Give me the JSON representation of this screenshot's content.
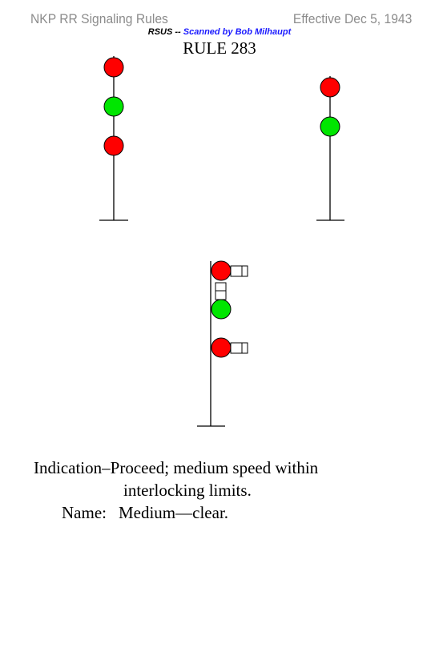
{
  "header": {
    "left_title": "NKP RR Signaling Rules",
    "right_title": "Effective Dec 5, 1943"
  },
  "credit": {
    "prefix": "RSUS",
    "separator": " -- ",
    "link": "Scanned by Bob Milhaupt"
  },
  "rule": {
    "title": "RULE 283"
  },
  "colors": {
    "red_lamp": "#ff0000",
    "green_lamp": "#00e600",
    "mast": "#000000",
    "header_gray": "#8c8c8c",
    "credit_blue": "#1a1aff"
  },
  "signals": [
    {
      "id": "three-head",
      "aspect": [
        "red",
        "green",
        "red"
      ]
    },
    {
      "id": "two-head",
      "aspect": [
        "red",
        "green"
      ]
    },
    {
      "id": "dwarf-three-head",
      "aspect": [
        "red",
        "green",
        "red"
      ]
    }
  ],
  "description": {
    "indication_label": "Indication",
    "indication_dash": "–",
    "indication_line1": "Proceed; medium speed within",
    "indication_line2": "interlocking limits.",
    "name_label": "Name:",
    "name_value": "Medium—clear."
  }
}
